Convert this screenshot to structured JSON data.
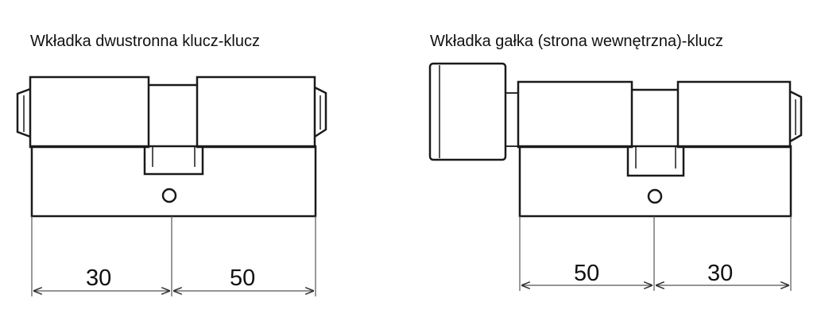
{
  "left_drawing": {
    "title": "Wkładka dwustronna klucz-klucz",
    "dims": [
      "30",
      "50"
    ]
  },
  "right_drawing": {
    "title": "Wkładka gałka (strona wewnętrzna)-klucz",
    "dims": [
      "50",
      "30"
    ]
  },
  "colors": {
    "line": "#1a1a1a",
    "dim_line": "#555555"
  }
}
